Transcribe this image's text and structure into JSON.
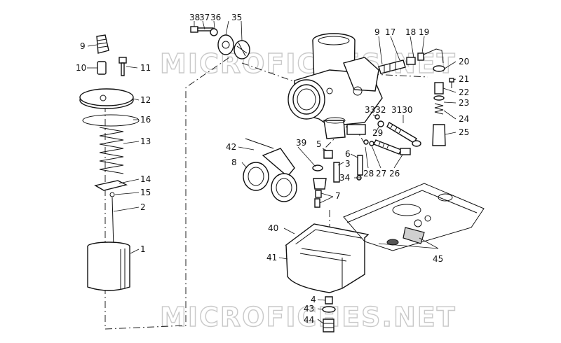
{
  "watermark": "MICROFICHES.NET",
  "callouts": [
    "38",
    "37",
    "36",
    "35",
    "9",
    "17",
    "18",
    "19",
    "20",
    "21",
    "22",
    "23",
    "24",
    "25",
    "9",
    "10",
    "11",
    "12",
    "16",
    "13",
    "14",
    "15",
    "2",
    "1",
    "3332",
    "3130",
    "29",
    "5",
    "39",
    "6",
    "28",
    "27",
    "26",
    "42",
    "8",
    "3",
    "34",
    "7",
    "40",
    "41",
    "45",
    "4",
    "43",
    "44"
  ]
}
